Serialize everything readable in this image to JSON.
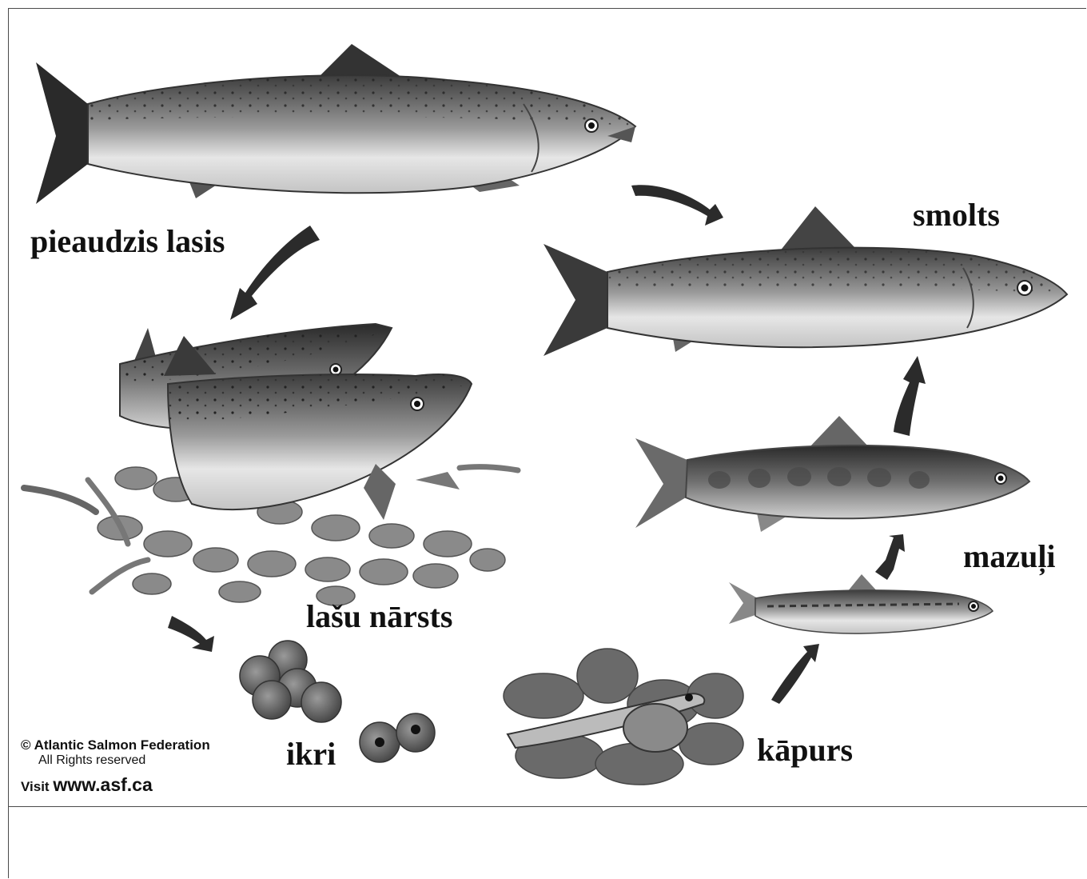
{
  "stages": {
    "adult": "pieaudzis lasis",
    "smolt": "smolts",
    "spawning": "lašu nārsts",
    "parr": "mazuļi",
    "eggs": "ikri",
    "alevin": "kāpurs"
  },
  "credit": {
    "copyright": "© Atlantic Salmon Federation",
    "rights": "All Rights reserved",
    "visit": "Visit ",
    "url": "www.asf.ca"
  }
}
